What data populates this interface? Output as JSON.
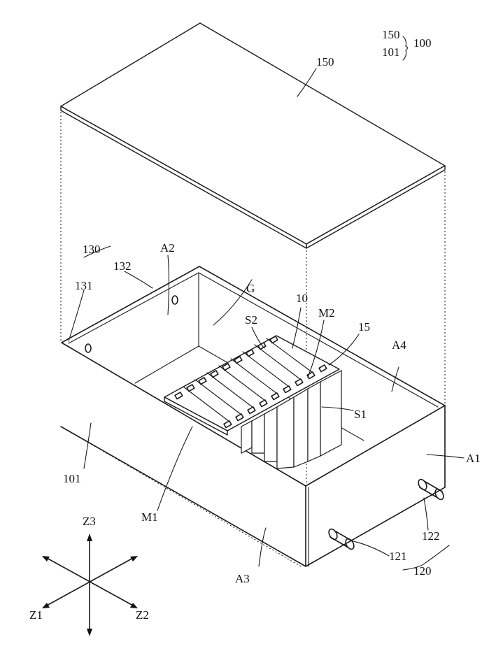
{
  "labels": {
    "lid": "150",
    "legend_150": "150",
    "legend_101": "101",
    "legend_100": "100",
    "box": "101",
    "group_130": "130",
    "part_131": "131",
    "part_132": "132",
    "area_a1": "A1",
    "area_a2": "A2",
    "area_a3": "A3",
    "area_a4": "A4",
    "gap_g": "G",
    "module_m1": "M1",
    "module_m2": "M2",
    "side_s1": "S1",
    "side_s2": "S2",
    "cell_10": "10",
    "terminal_15": "15",
    "port_121": "121",
    "port_122": "122",
    "group_120": "120",
    "axis_z1": "Z1",
    "axis_z2": "Z2",
    "axis_z3": "Z3"
  }
}
